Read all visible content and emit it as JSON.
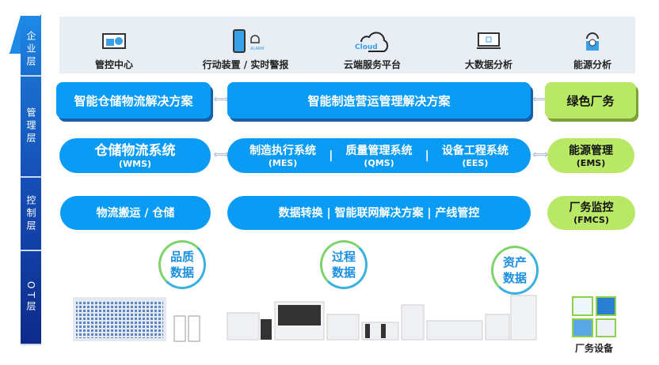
{
  "layers": [
    "企业层",
    "管理层",
    "控制层",
    "OT层"
  ],
  "top_items": [
    {
      "label": "管控中心",
      "icon": "dashboard-monitor-icon"
    },
    {
      "label": "行动装置 / 实时警报",
      "icon": "mobile-alarm-icon",
      "badge": "ALARM"
    },
    {
      "label": "云端服务平台",
      "icon": "cloud-icon",
      "badge": "Cloud"
    },
    {
      "label": "大数据分析",
      "icon": "laptop-data-icon"
    },
    {
      "label": "能源分析",
      "icon": "energy-cloud-icon"
    }
  ],
  "row1": [
    "智能仓储物流解决方案",
    "智能制造营运管理解决方案",
    "绿色厂务"
  ],
  "row2": {
    "wms": {
      "name": "仓储物流系统",
      "abbr": "(WMS)"
    },
    "mes": {
      "name": "制造执行系统",
      "abbr": "(MES)"
    },
    "qms": {
      "name": "质量管理系统",
      "abbr": "(QMS)"
    },
    "ees": {
      "name": "设备工程系统",
      "abbr": "(EES)"
    },
    "ems": {
      "name": "能源管理",
      "abbr": "(EMS)"
    },
    "sep": "|"
  },
  "row3": {
    "logistics": "物流搬运 / 仓储",
    "center": "数据转换 | 智能联网解决方案 | 产线管控",
    "fmcs": {
      "name": "厂务监控",
      "abbr": "(FMCS)"
    }
  },
  "data_circles": [
    [
      "品质",
      "数据"
    ],
    [
      "过程",
      "数据"
    ],
    [
      "资产",
      "数据"
    ]
  ],
  "equipment_label": "厂务设备",
  "colors": {
    "blue": "#0a9bf5",
    "green": "#b9e866",
    "navy": "#0d2a8a"
  }
}
